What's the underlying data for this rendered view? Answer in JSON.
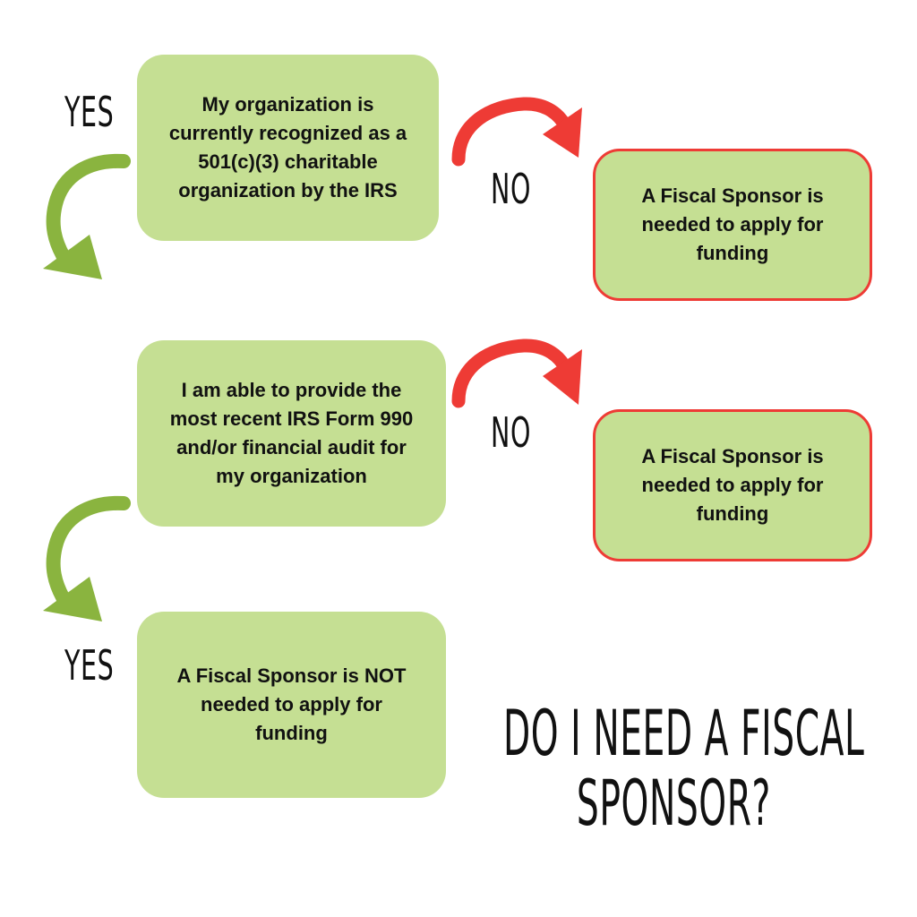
{
  "flowchart": {
    "title_line_1": "DO I NEED A FISCAL",
    "title_line_2": "SPONSOR?",
    "labels": {
      "yes_top": "YES",
      "yes_bottom": "YES",
      "no_top": "NO",
      "no_bottom": "NO"
    },
    "question_1": [
      "My organization is",
      "currently recognized as a",
      "501(c)(3) charitable",
      "organization by the IRS"
    ],
    "question_2": [
      "I am able to provide the",
      "most recent IRS Form 990",
      "and/or financial audit for",
      "my organization"
    ],
    "outcome_no_1": [
      "A Fiscal Sponsor is",
      "needed to apply for",
      "funding"
    ],
    "outcome_no_2": [
      "A Fiscal Sponsor is",
      "needed to apply for",
      "funding"
    ],
    "outcome_yes": [
      "A Fiscal Sponsor is NOT",
      "needed to apply for",
      "funding"
    ]
  },
  "colors": {
    "box_fill": "#c5df93",
    "box_border_red": "#ee3b35",
    "arrow_green": "#8ab43f",
    "arrow_red": "#ee3b35",
    "text": "#111111"
  }
}
